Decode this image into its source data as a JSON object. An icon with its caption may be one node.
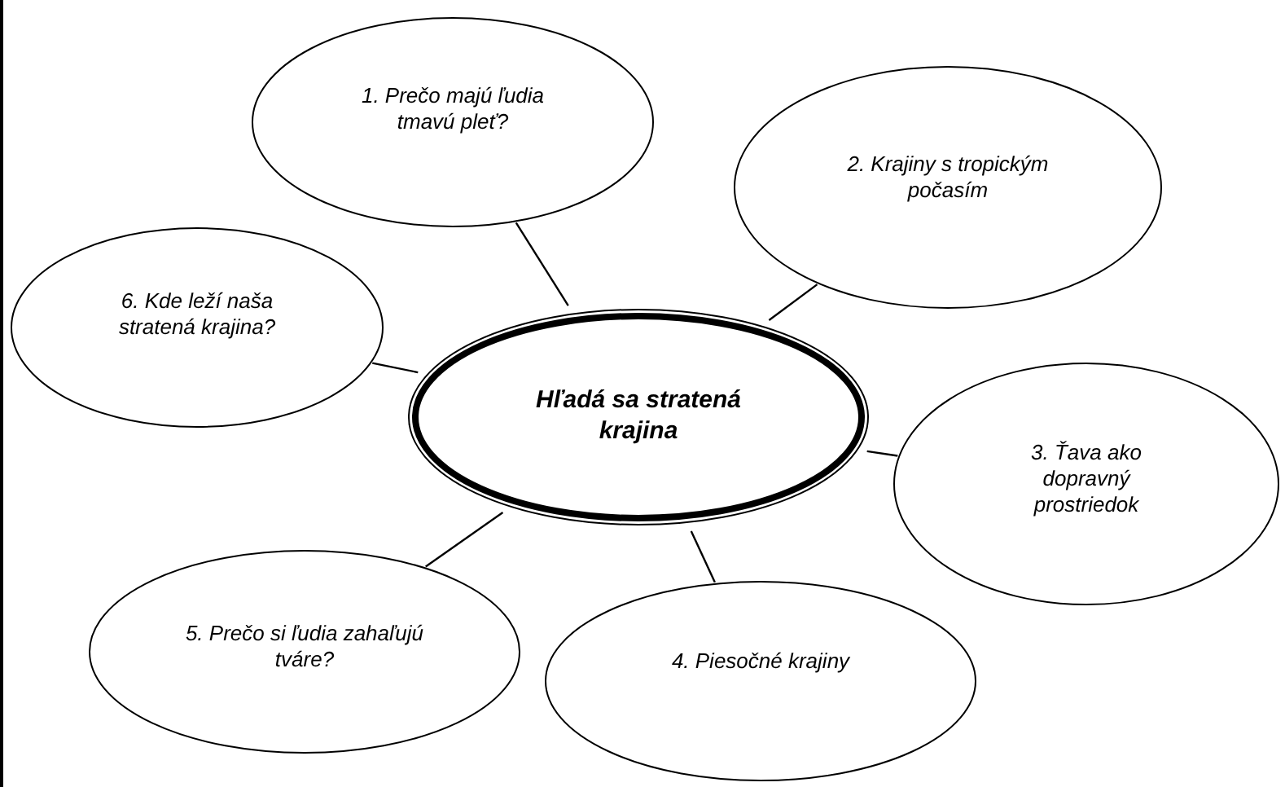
{
  "diagram": {
    "nodes": [
      {
        "text": [
          "Hľadá sa stratená krajina"
        ]
      },
      {
        "text": [
          "1. Prečo majú ľudia tmavú pleť?"
        ]
      },
      {
        "text": [
          "2. Krajiny s tropickým počasím"
        ]
      },
      {
        "text": [
          "3. Ťava ako dopravný prostriedok"
        ]
      },
      {
        "text": [
          "4. Piesočné krajiny"
        ]
      },
      {
        "text": [
          "5. Prečo si ľudia zahaľujú tváre?"
        ]
      },
      {
        "text": [
          "6. Kde leží naša stratená krajina?"
        ]
      }
    ],
    "edges": [
      {
        "from": 1,
        "to": 0,
        "arrow": "none"
      },
      {
        "from": 2,
        "to": 0,
        "arrow": "none"
      },
      {
        "from": 3,
        "to": 0,
        "arrow": "none"
      },
      {
        "from": 4,
        "to": 0,
        "arrow": "none"
      },
      {
        "from": 5,
        "to": 0,
        "arrow": "none"
      },
      {
        "from": 6,
        "to": 0,
        "arrow": "none"
      }
    ]
  }
}
